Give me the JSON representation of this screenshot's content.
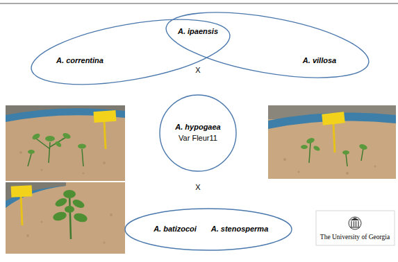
{
  "diagram": {
    "nodes": [
      {
        "text": [
          "A. correntina"
        ]
      },
      {
        "text": [
          "A. villosa"
        ]
      },
      {
        "text": [
          "A. hypogaea",
          "Var Fleur11"
        ]
      },
      {
        "text": [
          "A. batizocoi",
          "A. stenosperma"
        ]
      }
    ],
    "labels": [
      "A. ipaensis",
      "X",
      "X",
      "The University of Georgia"
    ]
  }
}
